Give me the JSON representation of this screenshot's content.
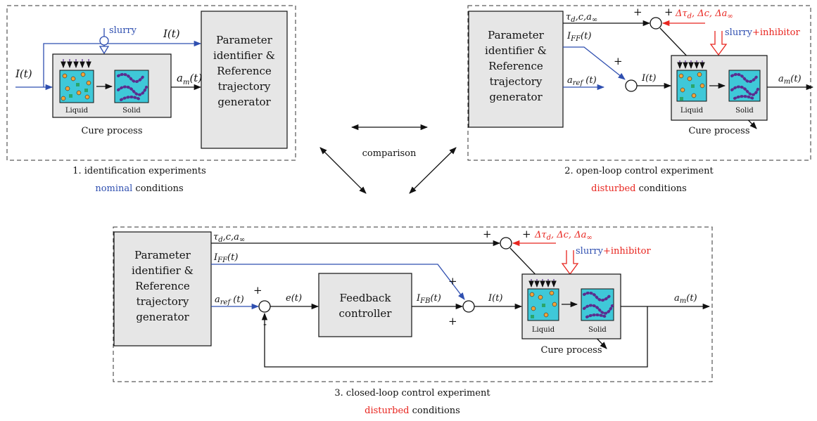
{
  "colors": {
    "blue": "#2f4fb0",
    "red": "#e8251f",
    "cyan": "#3fc8d8",
    "orange": "#f0a23a",
    "purple": "#5b2d8f",
    "green": "#2aa66a",
    "box_gray": "#e6e6e6"
  },
  "panel1": {
    "input": "I(t)",
    "slurry": "slurry",
    "output_to_identifier": "I(t)",
    "output": "a",
    "output_sub": "m",
    "output_suffix": "(t)",
    "liquid": "Liquid",
    "solid": "Solid",
    "cure_process": "Cure process",
    "param_lines": [
      "Parameter",
      "identifier &",
      "Reference",
      "trajectory",
      "generator"
    ],
    "caption": "1. identification experiments",
    "condition_word": "nominal",
    "condition_rest": " conditions"
  },
  "panel2": {
    "params": "τ",
    "params_sub": "d",
    "params_rest": ",c,a",
    "params_sub2": "∞",
    "plus1": "+",
    "plus2": "+",
    "plus_top": "+",
    "disturb": "Δτ",
    "disturb_sub": "d",
    "disturb_rest": ", Δc, Δa",
    "disturb_sub2": "∞",
    "iff": "I",
    "iff_sub": "FF",
    "iff_suffix": "(t)",
    "aref": "a",
    "aref_sub": "ref",
    "aref_suffix": " (t)",
    "it": "I(t)",
    "am": "a",
    "am_sub": "m",
    "am_suffix": "(t)",
    "slurry": "slurry",
    "inhibitor": "+inhibitor",
    "liquid": "Liquid",
    "solid": "Solid",
    "cure_process": "Cure process",
    "param_lines": [
      "Parameter",
      "identifier &",
      "Reference",
      "trajectory",
      "generator"
    ],
    "caption": "2. open-loop control experiment",
    "condition_word": "disturbed",
    "condition_rest": " conditions"
  },
  "comparison": "comparison",
  "panel3": {
    "params": "τ",
    "params_sub": "d",
    "params_rest": ",c,a",
    "params_sub2": "∞",
    "disturb": "Δτ",
    "disturb_sub": "d",
    "disturb_rest": ", Δc, Δa",
    "disturb_sub2": "∞",
    "plus_top": "+",
    "plus_dist": "+",
    "iff": "I",
    "iff_sub": "FF",
    "iff_suffix": "(t)",
    "aref": "a",
    "aref_sub": "ref",
    "aref_suffix": " (t)",
    "plus_aref": "+",
    "minus": "-",
    "et": "e(t)",
    "feedback_lines": [
      "Feedback",
      "controller"
    ],
    "ifb": "I",
    "ifb_sub": "FB",
    "ifb_suffix": "(t)",
    "plus_ff": "+",
    "plus_fb": "+",
    "it": "I(t)",
    "am": "a",
    "am_sub": "m",
    "am_suffix": "(t)",
    "slurry": "slurry",
    "inhibitor": "+inhibitor",
    "liquid": "Liquid",
    "solid": "Solid",
    "cure_process": "Cure process",
    "param_lines": [
      "Parameter",
      "identifier &",
      "Reference",
      "trajectory",
      "generator"
    ],
    "caption": "3. closed-loop control experiment",
    "condition_word": "disturbed",
    "condition_rest": " conditions"
  }
}
